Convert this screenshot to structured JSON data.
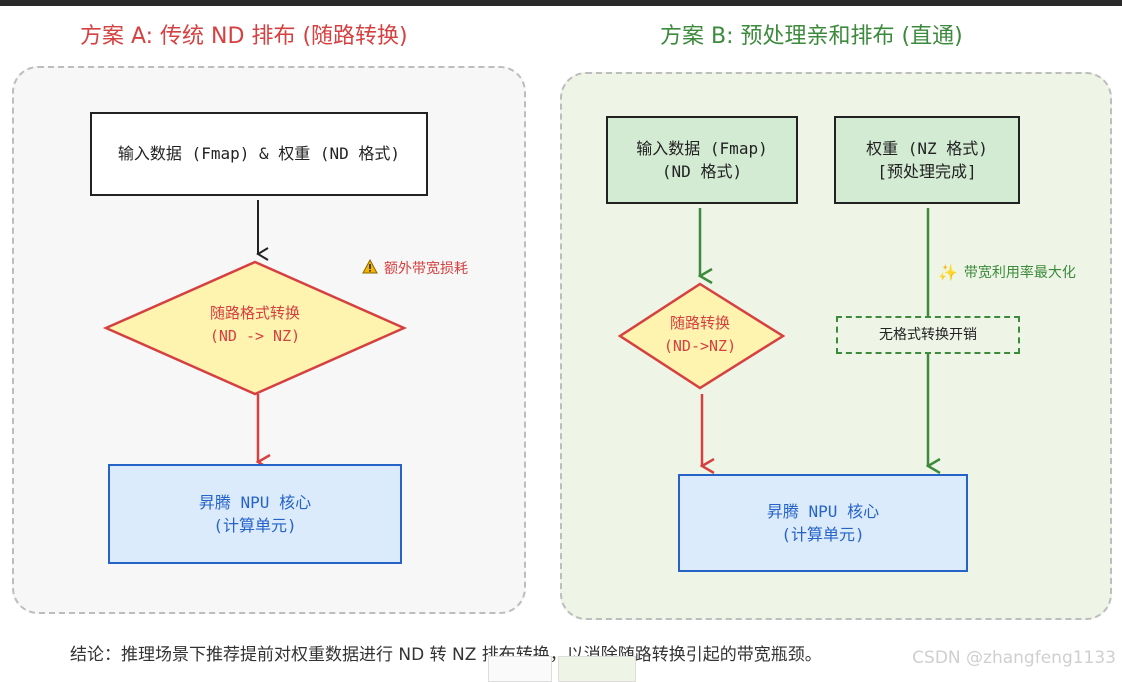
{
  "colors": {
    "red": "#d64040",
    "green": "#3c8a3c",
    "blue": "#2563c9",
    "diamond_fill": "#fff3b0",
    "npu_fill": "#dcebfb",
    "green_box_fill": "#d3ead3",
    "panel_a_fill": "#f7f7f7",
    "panel_b_fill": "#eef5e6"
  },
  "titles": {
    "plan_a": "方案 A: 传统 ND 排布 (随路转换)",
    "plan_b": "方案 B: 预处理亲和排布 (直通)"
  },
  "plan_a": {
    "input_box": "输入数据 (Fmap) & 权重 (ND 格式)",
    "diamond": "随路格式转换\n(ND -> NZ)",
    "npu_box": "昇腾 NPU 核心\n(计算单元)",
    "warning_icon": "warning-icon",
    "warning_note": "额外带宽损耗"
  },
  "plan_b": {
    "input_box": "输入数据 (Fmap)\n(ND 格式)",
    "weight_box": "权重 (NZ 格式)\n[预处理完成]",
    "diamond": "随路转换\n(ND->NZ)",
    "bypass_box": "无格式转换开销",
    "sparkle_icon": "sparkle-icon",
    "sparkle_note": "带宽利用率最大化",
    "npu_box": "昇腾 NPU 核心\n(计算单元)"
  },
  "conclusion": "结论：推理场景下推荐提前对权重数据进行 ND 转 NZ 排布转换，以消除随路转换引起的带宽瓶颈。",
  "watermark": "CSDN @zhangfeng1133"
}
